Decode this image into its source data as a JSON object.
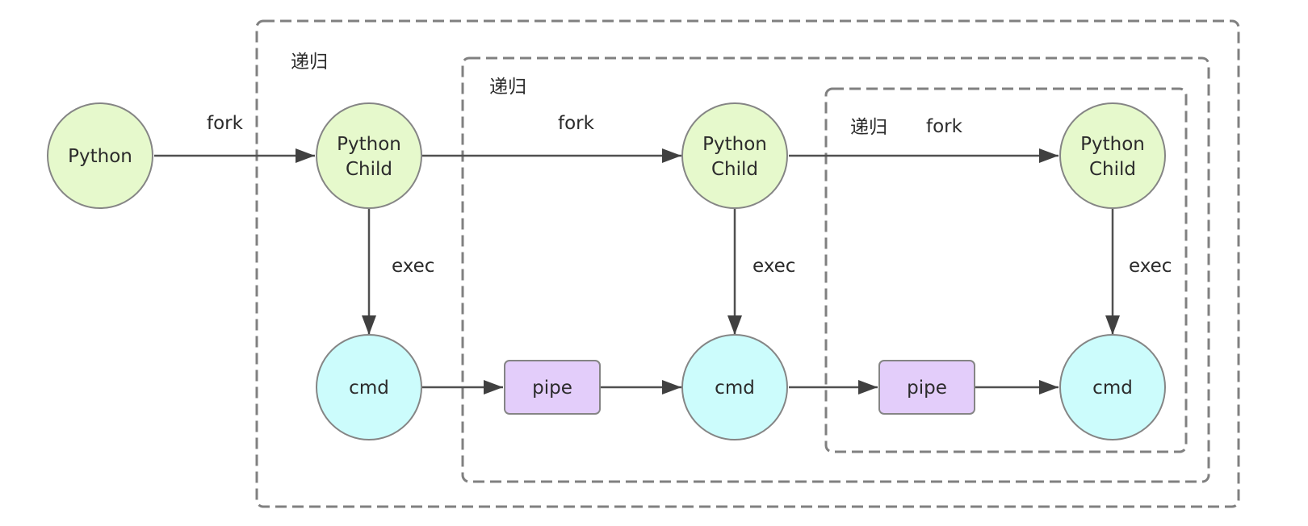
{
  "colors": {
    "python_fill": "#e6f9cc",
    "cmd_fill": "#ccfcfc",
    "pipe_fill": "#e3cdfa",
    "node_stroke": "#858585",
    "edge": "#505050",
    "box_dash": "#808080"
  },
  "groups": [
    {
      "label": "递归"
    },
    {
      "label": "递归"
    },
    {
      "label": "递归"
    }
  ],
  "nodes": {
    "python": {
      "label": "Python"
    },
    "child1": {
      "line1": "Python",
      "line2": "Child"
    },
    "child2": {
      "line1": "Python",
      "line2": "Child"
    },
    "child3": {
      "line1": "Python",
      "line2": "Child"
    },
    "cmd1": {
      "label": "cmd"
    },
    "cmd2": {
      "label": "cmd"
    },
    "cmd3": {
      "label": "cmd"
    },
    "pipe1": {
      "label": "pipe"
    },
    "pipe2": {
      "label": "pipe"
    }
  },
  "edges": {
    "fork1": "fork",
    "fork2": "fork",
    "fork3": "fork",
    "exec1": "exec",
    "exec2": "exec",
    "exec3": "exec"
  }
}
